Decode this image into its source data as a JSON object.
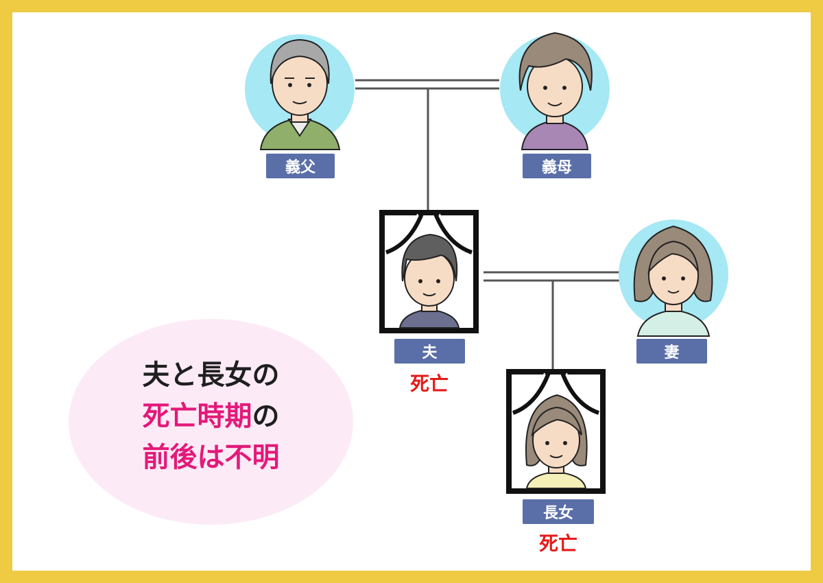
{
  "people": {
    "father_in_law": {
      "label": "義父"
    },
    "mother_in_law": {
      "label": "義母"
    },
    "husband": {
      "label": "夫",
      "status": "死亡"
    },
    "wife": {
      "label": "妻"
    },
    "eldest_daughter": {
      "label": "長女",
      "status": "死亡"
    }
  },
  "note": {
    "line1": "夫と長女の",
    "line2_highlight": "死亡時期",
    "line2_suffix": "の",
    "line3": "前後は不明"
  },
  "colors": {
    "frame": "#EFCB44",
    "label_bg": "#5A6FA8",
    "circle_bg": "#A6E8F4",
    "status_text": "#E51A1A",
    "highlight_text": "#E3197A",
    "bubble_bg": "#FCEBF6"
  }
}
